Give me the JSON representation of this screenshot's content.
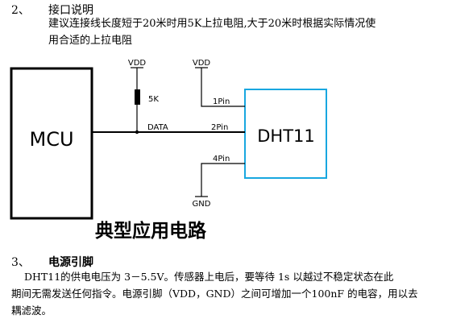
{
  "section2": {
    "number": "2、",
    "title": "接口说明",
    "lines": [
      "建议连接线长度短于20米时用5K上拉电阻,大于20米时根据实际情况使",
      "用合适的上拉电阻"
    ]
  },
  "diagram": {
    "mcu_label": "MCU",
    "sensor_label": "DHT11",
    "vdd_left": "VDD",
    "vdd_right": "VDD",
    "resistor_label": "5K",
    "data_label": "DATA",
    "pin1": "1Pin",
    "pin2": "2Pin",
    "pin4": "4Pin",
    "gnd_label": "GND",
    "caption": "典型应用电路",
    "colors": {
      "sensor_border": "#18a7e0",
      "line": "#000000"
    }
  },
  "section3": {
    "number": "3、",
    "title": "电源引脚",
    "lines": [
      "DHT11的供电电压为  3－5.5V。传感器上电后，要等待 1s 以越过不稳定状态在此",
      "期间无需发送任何指令。电源引脚（VDD，GND）之间可增加一个100nF 的电容，用以去",
      "耦滤波。"
    ]
  }
}
